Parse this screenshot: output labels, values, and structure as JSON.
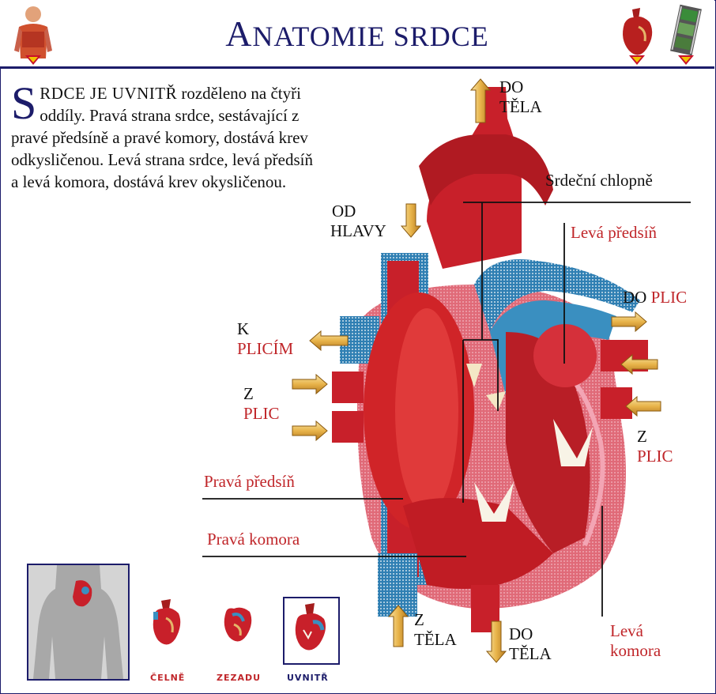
{
  "header": {
    "title_initial": "A",
    "title_rest": "NATOMIE SRDCE",
    "icons": [
      "body-icon",
      "heart-icon",
      "film-icon"
    ]
  },
  "intro": {
    "dropcap": "S",
    "lead": "RDCE JE UVNITŘ",
    "text": " rozděleno na čtyři oddíly. Pravá strana srdce, sestávající z pravé předsíně a pravé komory, dostává krev odkysličenou. Levá strana srdce, levá předsíň a levá komora, dostává krev okysličenou."
  },
  "labels": {
    "do_tela_top_1": "DO",
    "do_tela_top_2": "TĚLA",
    "srdecni_chlopne": "Srdeční chlopně",
    "od_hlavy_1": "OD",
    "od_hlavy_2": "HLAVY",
    "leva_predsin": "Levá předsíň",
    "do_plic_do": "DO",
    "do_plic_plic": "PLIC",
    "k_plicim_k": "K",
    "k_plicim_plicim": "PLICÍM",
    "z_plic_left_z": "Z",
    "z_plic_left_plic": "PLIC",
    "z_plic_right_z": "Z",
    "z_plic_right_plic": "PLIC",
    "prava_predsin": "Pravá předsíň",
    "prava_komora": "Pravá komora",
    "z_tela_z": "Z",
    "z_tela_tela": "TĚLA",
    "do_tela_bottom_do": "DO",
    "do_tela_bottom_tela": "TĚLA",
    "leva_komora_1": "Levá",
    "leva_komora_2": "komora"
  },
  "nav": {
    "items": [
      {
        "label": "ČELNĚ",
        "color": "#c0262a"
      },
      {
        "label": "ZEZADU",
        "color": "#c0262a"
      },
      {
        "label": "UVNITŘ",
        "color": "#1c1c6a"
      }
    ]
  },
  "colors": {
    "navy": "#1c1c6a",
    "red_label": "#c0262a",
    "heart_red": "#c8202a",
    "vessel_blue": "#3a8fc0",
    "arrow_gold": "#e8b44a"
  }
}
